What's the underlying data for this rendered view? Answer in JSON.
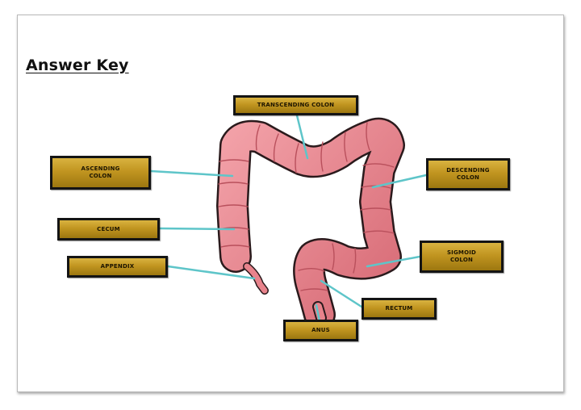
{
  "title": "Answer Key",
  "labels": {
    "transverse": "TRANSCENDING COLON",
    "ascending": "ASCENDING\nCOLON",
    "cecum": "CECUM",
    "appendix": "APPENDIX",
    "descending": "DESCENDING\nCOLON",
    "sigmoid": "SIGMOID\nCOLON",
    "rectum": "RECTUM",
    "anus": "ANUS"
  },
  "colors": {
    "tissue": "#e8838c",
    "tissue_dark": "#c95e69",
    "leader_line": "#5ec5c9",
    "label_fill": "#c19520"
  }
}
